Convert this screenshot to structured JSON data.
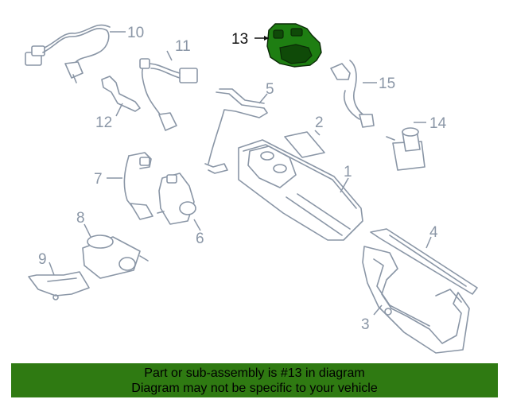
{
  "diagram": {
    "callouts": [
      "1",
      "2",
      "3",
      "4",
      "5",
      "6",
      "7",
      "8",
      "9",
      "10",
      "11",
      "12",
      "13",
      "14",
      "15"
    ],
    "highlighted_part": "13",
    "colors": {
      "highlight": "#1e7e12",
      "line_art": "#8a96a6",
      "banner": "#2f7a12"
    }
  },
  "footer": {
    "line1": "Part or sub-assembly is #13 in diagram",
    "line2": "Diagram may not be specific to your vehicle"
  }
}
